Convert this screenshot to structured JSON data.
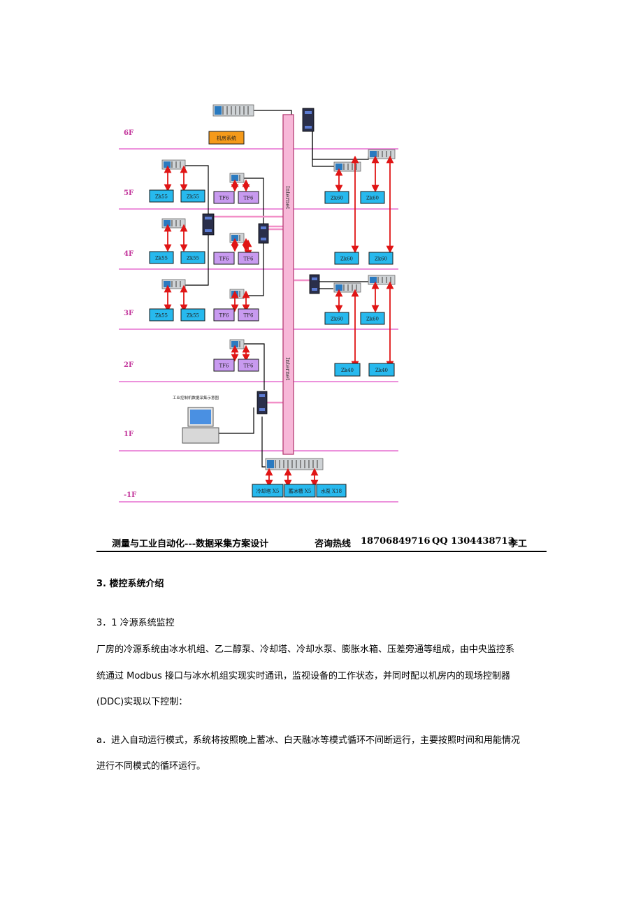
{
  "diagram": {
    "floors": [
      "6F",
      "5F",
      "4F",
      "3F",
      "2F",
      "1F",
      "-1F"
    ],
    "bus_label": "Internet",
    "machine_room_label": "机房系统",
    "workstation_caption": "工业控制机数据采集示意图",
    "left_boxes": [
      "Zk55",
      "Zk55"
    ],
    "tf_boxes": [
      "TF6",
      "TF6"
    ],
    "right_boxes_60": [
      "Zk60",
      "Zk60"
    ],
    "right_boxes_40": [
      "Zk40",
      "Zk40"
    ],
    "basement_boxes": [
      "冷却塔 X5",
      "蓄冰槽 X5",
      "水泵 X18"
    ],
    "colors": {
      "floor_line": "#e56fd0",
      "bus_fill": "#f7b8d8",
      "bus_stroke": "#b0306a",
      "box_cyan": "#27b9ee",
      "box_purple": "#c89af0",
      "box_orange": "#f59a1a",
      "arrow_red": "#e01515"
    }
  },
  "footer": {
    "title": "测量与工业自动化---数据采集方案设计",
    "hotline_label": "咨询热线",
    "phone": "18706849716",
    "qq": "QQ 1304438713",
    "contact": "李工"
  },
  "section": {
    "heading": "3. 楼控系统介绍",
    "subheading": "3．1 冷源系统监控",
    "para1_line1": "厂房的冷源系统由冰水机组、乙二醇泵、冷却塔、冷却水泵、膨胀水箱、压差旁通等组成，由中央监控系",
    "para1_line2": "统通过 Modbus 接口与冰水机组实现实时通讯，监视设备的工作状态，并同时配以机房内的现场控制器",
    "para1_line3": "(DDC)实现以下控制：",
    "para2_line1": "a．进入自动运行模式，系统将按照晚上蓄冰、白天融冰等模式循环不间断运行，主要按照时间和用能情况",
    "para2_line2": "进行不同模式的循环运行。"
  }
}
